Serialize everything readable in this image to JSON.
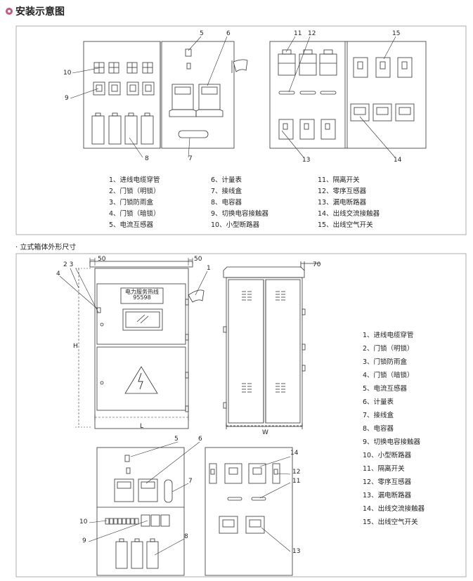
{
  "section1": {
    "title": "安装示意图"
  },
  "section2": {
    "title": "立式箱体外形尺寸"
  },
  "legend_top": [
    [
      "1、进线电缆穿管",
      "2、门锁（明锁）",
      "3、门锁防雨盒",
      "4、门锁（暗锁）",
      "5、电流互感器"
    ],
    [
      "6、计量表",
      "7、接线盒",
      "8、电容器",
      "9、切换电容接触器",
      "10、小型断路器"
    ],
    [
      "11、隔离开关",
      "12、零序互感器",
      "13、漏电断路器",
      "14、出线交流接触器",
      "15、出线空气开关"
    ]
  ],
  "legend_side": [
    "1、进线电缆穿管",
    "2、门锁（明锁）",
    "3、门锁防雨盒",
    "4、门锁（暗锁）",
    "5、电流互感器",
    "6、计量表",
    "7、接线盒",
    "8、电容器",
    "9、切换电容接触器",
    "10、小型断路器",
    "11、隔离开关",
    "12、零序互感器",
    "13、漏电断路器",
    "14、出线交流接触器",
    "15、出线空气开关"
  ],
  "front_panel": {
    "line1": "电力服务热线",
    "line2": "95598"
  },
  "dims": {
    "top_left": "50",
    "top_right": "50",
    "side_top": "70",
    "height": "H",
    "length": "L",
    "width": "W"
  },
  "callouts_top": {
    "n5": "5",
    "n6": "6",
    "n10": "10",
    "n9": "9",
    "n8": "8",
    "n7": "7",
    "n11": "11",
    "n12": "12",
    "n15": "15",
    "n13": "13",
    "n14": "14"
  },
  "callouts_bottom": {
    "n23": "2 3",
    "n4": "4",
    "n1": "1",
    "n5": "5",
    "n6": "6",
    "n7": "7",
    "n10": "10",
    "n9": "9",
    "n8": "8",
    "n14": "14",
    "n12": "12",
    "n11": "11",
    "n13": "13"
  }
}
